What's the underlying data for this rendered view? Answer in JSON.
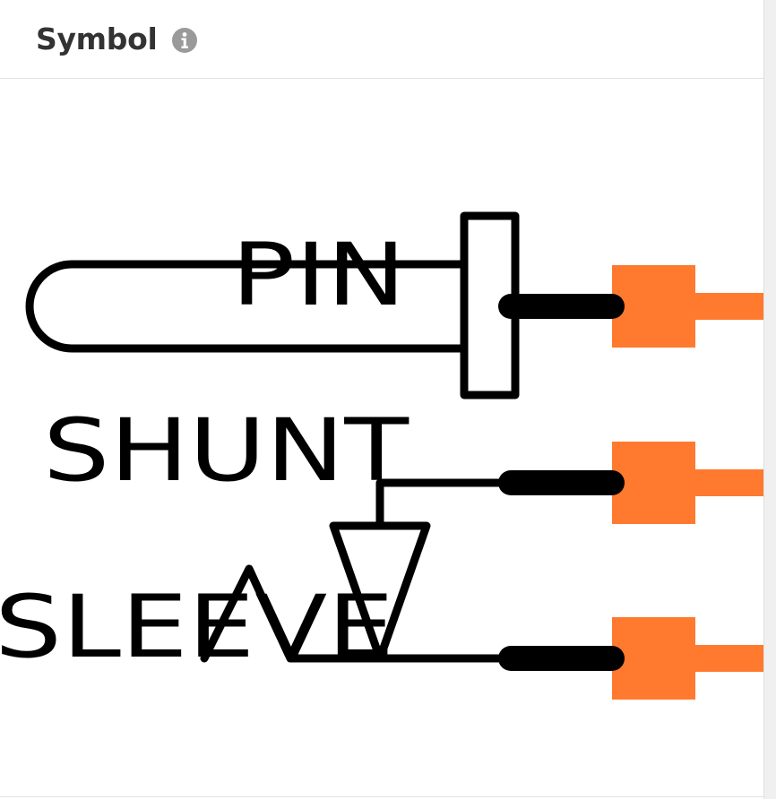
{
  "header": {
    "title": "Symbol",
    "info_icon": "info-circle-icon"
  },
  "symbol": {
    "component": "audio-jack",
    "pin_color": "#FF7A2F",
    "line_color": "#000000",
    "labels": {
      "pin": "PIN",
      "shunt": "SHUNT",
      "sleeve": "SLEEVE"
    },
    "pins": [
      {
        "name": "pin"
      },
      {
        "name": "shunt"
      },
      {
        "name": "sleeve"
      }
    ]
  }
}
